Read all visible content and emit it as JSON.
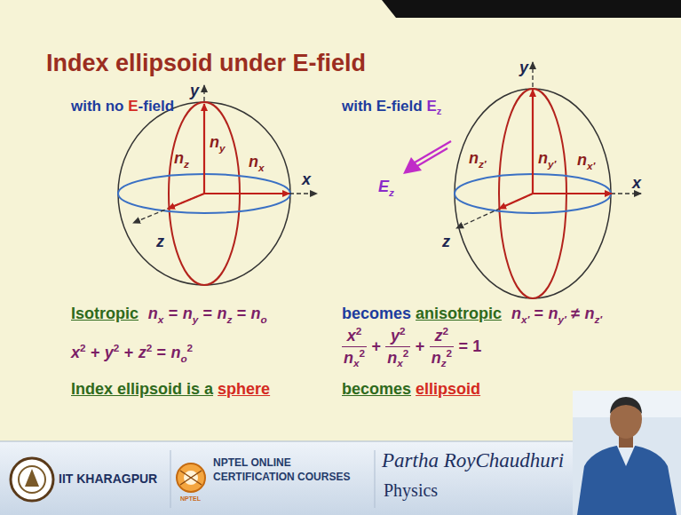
{
  "diagram": {
    "title": "Index ellipsoid under E-field",
    "nodes": [
      {
        "text": [
          "IIT KHARAGPUR",
          "NPTEL ONLINE CERTIFICATION COURSES",
          "NPTEL",
          "Partha RoyChaudhuri",
          "Physics"
        ]
      }
    ],
    "labels": [
      "with no",
      "E",
      "-field",
      "y",
      "n",
      "y",
      "n",
      "z",
      "n",
      "x",
      "x",
      "z",
      "Isotropic",
      "n",
      "x",
      "=",
      "n",
      "y",
      "=",
      "n",
      "z",
      "=",
      "n",
      "o",
      "x",
      "2",
      "+",
      "y",
      "2",
      "+",
      "z",
      "2",
      "=",
      "n",
      "o",
      "2",
      "Index ellipsoid is a",
      "sphere",
      "with E-field",
      "E",
      "z",
      "y",
      "n",
      "y′",
      "n",
      "z′",
      "n",
      "x′",
      "x",
      "z",
      "E",
      "z",
      "becomes",
      "anisotropic",
      "n",
      "x′",
      "=",
      "n",
      "y′",
      "≠",
      "n",
      "z′",
      "x",
      "2",
      "n",
      "x",
      "2",
      "+",
      "y",
      "2",
      "n",
      "x",
      "2",
      "+",
      "z",
      "2",
      "n",
      "z",
      "2",
      "=",
      "1",
      "becomes",
      "ellipsoid"
    ]
  }
}
